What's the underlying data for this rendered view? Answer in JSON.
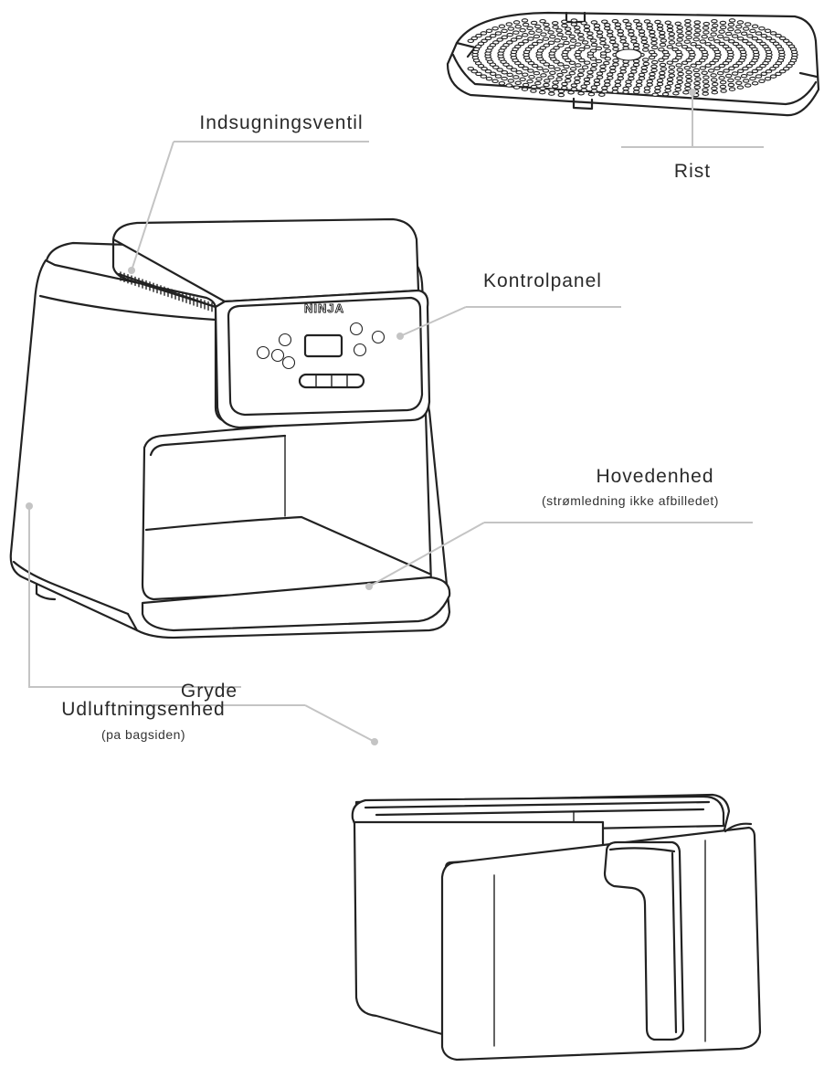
{
  "labels": {
    "rist": "Rist",
    "indsugningsventil": "Indsugningsventil",
    "kontrolpanel": "Kontrolpanel",
    "hovedenhed": "Hovedenhed",
    "hovedenhed_note": "(strømledning ikke afbilledet)",
    "udluftningsenhed": "Udluftningsenhed",
    "udluftningsenhed_note": "(pa bagsiden)",
    "gryde": "Gryde"
  },
  "brand": "NINJA",
  "colors": {
    "outline": "#222222",
    "leader": "#c4c4c4",
    "background": "#ffffff"
  }
}
